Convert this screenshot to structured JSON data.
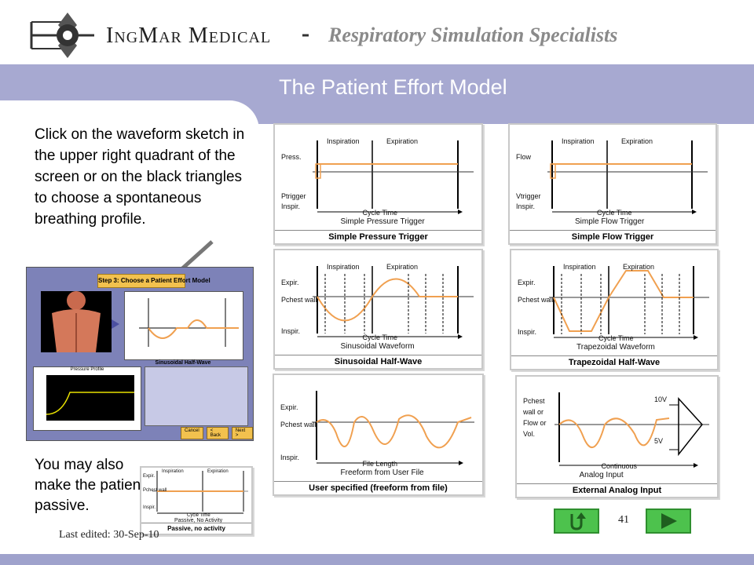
{
  "header": {
    "brand": "IngMar Medical",
    "tagline": "Respiratory Simulation Specialists"
  },
  "slide": {
    "title": "The Patient Effort Model",
    "instruction": "Click on the waveform sketch in the upper right quadrant of the screen or on the black triangles to choose a spontaneous breathing profile.",
    "passive_note": "You may also make the patient passive.",
    "footer": "Last edited: 30-Sep-10",
    "page_number": "41"
  },
  "panels": [
    {
      "caption": "Simple Pressure Trigger",
      "subtitle": "Simple Pressure Trigger",
      "ylabel_top": "Press.",
      "ylabel_sub": "Ptrigger",
      "ybottom": "Inspir.",
      "phase1": "Inspiration",
      "phase2": "Expiration",
      "axis": "Cycle Time"
    },
    {
      "caption": "Simple Flow Trigger",
      "subtitle": "Simple Flow Trigger",
      "ylabel_top": "Flow",
      "ylabel_sub": "Vtrigger",
      "ybottom": "Inspir.",
      "phase1": "Inspiration",
      "phase2": "Expiration",
      "axis": "Cycle Time"
    },
    {
      "caption": "Sinusoidal Half-Wave",
      "subtitle": "Sinusoidal Waveform",
      "ylabel_top": "Expir.",
      "ylabel_sub": "Pchest wall",
      "ybottom": "Inspir.",
      "phase1": "Inspiration",
      "phase2": "Expiration",
      "axis": "Cycle Time"
    },
    {
      "caption": "Trapezoidal Half-Wave",
      "subtitle": "Trapezoidal Waveform",
      "ylabel_top": "Expir.",
      "ylabel_sub": "Pchest wall",
      "ybottom": "Inspir.",
      "phase1": "Inspiration",
      "phase2": "Expiration",
      "axis": "Cycle Time"
    },
    {
      "caption": "User specified (freeform from file)",
      "subtitle": "Freeform from User File",
      "ylabel_top": "Expir.",
      "ylabel_sub": "Pchest wall",
      "ybottom": "Inspir.",
      "axis": "File Length"
    },
    {
      "caption": "External Analog Input",
      "subtitle": "Analog Input",
      "ylabel_top": "Pchest wall or Flow or Vol.",
      "axis": "Continuous",
      "v_high": "10V",
      "v_low": "5V"
    }
  ],
  "passive_panel": {
    "caption": "Passive, no activity",
    "subtitle": "Passive, No Activity",
    "ylabel_top": "Expir.",
    "ylabel_sub": "Pchest wall",
    "ybottom": "Inspir.",
    "phase1": "Inspiration",
    "phase2": "Expiration",
    "axis": "Cycle Time"
  },
  "software_screenshot": {
    "step_label": "Step 3:",
    "step_title": "Choose a Patient Effort Model",
    "waveform_caption": "Sinusoidal Half-Wave",
    "pressure_profile": "Pressure Profile",
    "buttons": [
      "Cancel",
      "< Back",
      "Next >"
    ]
  },
  "colors": {
    "accent_band": "#a7a9d1",
    "waveform": "#f0a050",
    "nav_green": "#4dc24d"
  },
  "icons": {
    "back": "u-turn-arrow-icon",
    "next": "play-triangle-icon"
  }
}
